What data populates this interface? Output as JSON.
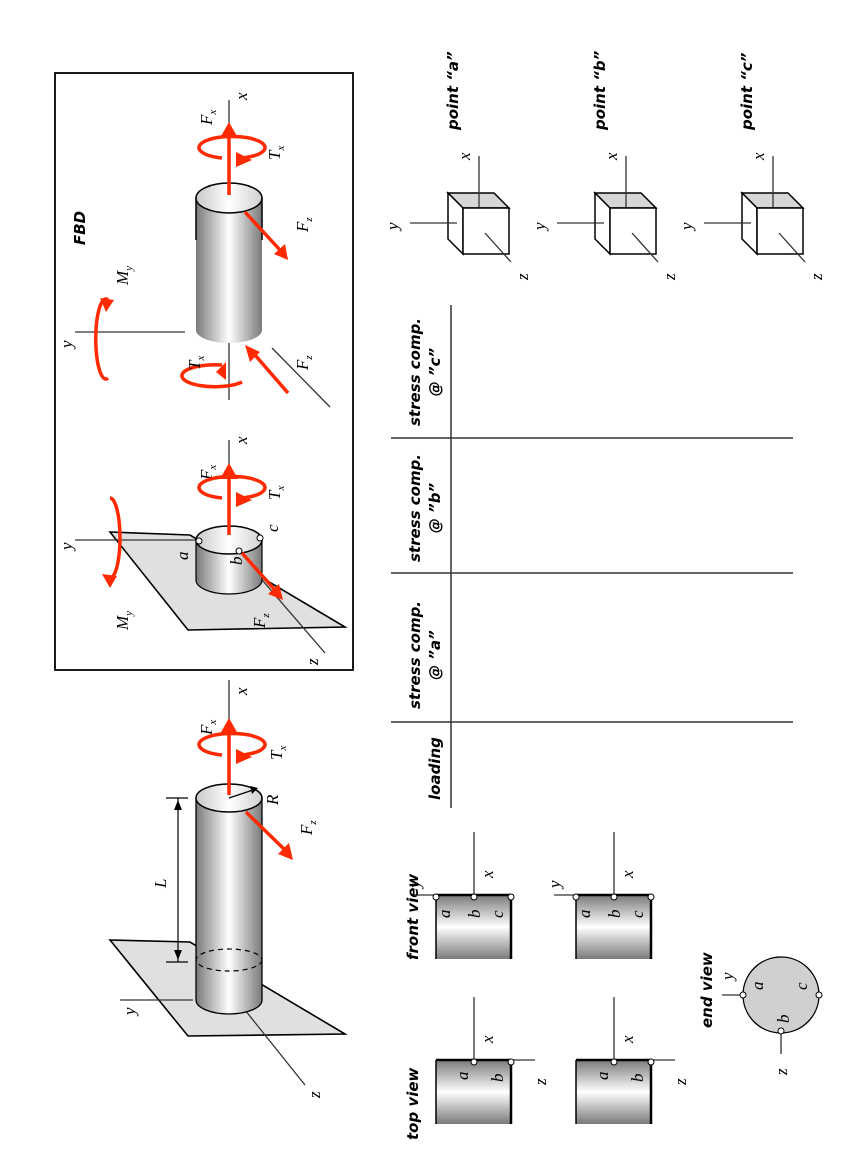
{
  "fbd": {
    "title": "FBD"
  },
  "labels": {
    "x": "x",
    "y": "y",
    "z": "z",
    "F": "F",
    "T": "T",
    "M": "M",
    "sub_x": "x",
    "sub_y": "y",
    "sub_z": "z",
    "L": "L",
    "R": "R",
    "a": "a",
    "b": "b",
    "c": "c"
  },
  "table": {
    "headers": [
      "loading",
      "stress comp. @ \"a\"",
      "stress comp. @ \"b\"",
      "stress comp. @ \"c\""
    ],
    "header_lines": [
      [
        "loading"
      ],
      [
        "stress comp.",
        "@ ”a”"
      ],
      [
        "stress comp.",
        "@ ”b”"
      ],
      [
        "stress comp.",
        "@ ”c”"
      ]
    ]
  },
  "points": [
    "point “a”",
    "point “b”",
    "point “c”"
  ],
  "views": {
    "top": "top view",
    "front": "front view",
    "end": "end view"
  },
  "colors": {
    "load": "#ff2a00",
    "plate": "#e0e0e0"
  }
}
